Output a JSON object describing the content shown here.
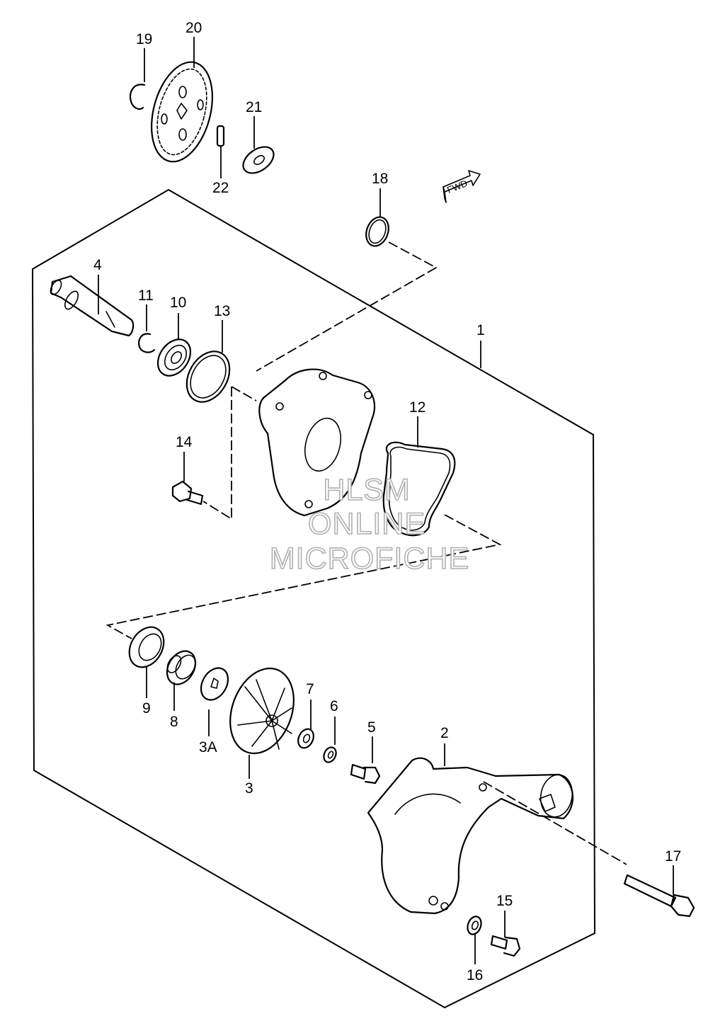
{
  "diagram": {
    "callouts": [
      "1",
      "2",
      "3",
      "3A",
      "4",
      "5",
      "6",
      "7",
      "8",
      "9",
      "10",
      "11",
      "12",
      "13",
      "14",
      "15",
      "16",
      "17",
      "18",
      "19",
      "20",
      "21",
      "22"
    ],
    "direction_marker": "FWD",
    "watermark": [
      "HLSM",
      "ONLINE",
      "MICROFICHE"
    ]
  }
}
